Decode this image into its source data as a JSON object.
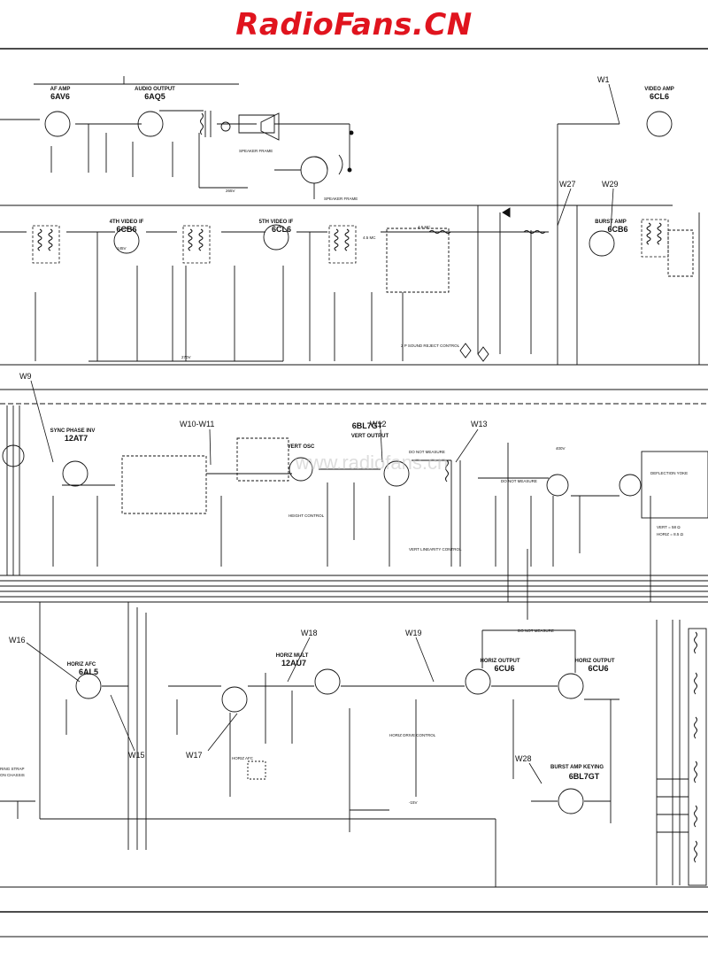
{
  "banner": {
    "text": "RadioFans.CN",
    "color": "#e0141e"
  },
  "watermark": "www.radiofans.cn",
  "stages": {
    "af_amp": {
      "title": "AF AMP",
      "tube": "6AV6"
    },
    "audio_output": {
      "title": "AUDIO OUTPUT",
      "tube": "6AQ5"
    },
    "video_amp": {
      "title": "VIDEO AMP",
      "tube": "6CL6"
    },
    "vif4": {
      "title": "4TH VIDEO IF",
      "tube": "6CB6"
    },
    "vif5": {
      "title": "5TH VIDEO IF",
      "tube": "6CL6"
    },
    "burst_amp": {
      "title": "BURST AMP",
      "tube": "6CB6"
    },
    "sync_phase_inv": {
      "title": "SYNC PHASE INV",
      "tube": "12AT7"
    },
    "vert_osc": {
      "title": "VERT OSC",
      "tube": ""
    },
    "vert_output": {
      "title": "VERT OUTPUT",
      "tube": "6BL7GT"
    },
    "horiz_afc": {
      "title": "HORIZ AFC",
      "tube": "6AL5"
    },
    "horiz_mult": {
      "title": "HORIZ MULT",
      "tube": "12AU7"
    },
    "horiz_output1": {
      "title": "HORIZ OUTPUT",
      "tube": "6CU6"
    },
    "horiz_output2": {
      "title": "HORIZ OUTPUT",
      "tube": "6CU6"
    },
    "burst_amp_keying": {
      "title": "BURST AMP KEYING",
      "tube": "6BL7GT"
    }
  },
  "labels": {
    "speaker_field": "SPEAKER FRAME",
    "speaker_frame": "SPEAKER FRAME",
    "sound_reject": "2 P SOUND REJECT CONTROL",
    "height_control": "HEIGHT CONTROL",
    "vert_linearity": "VERT LINEARITY CONTROL",
    "horiz_drive": "HORIZ DRIVE CONTROL",
    "do_not_measure1": "DO NOT MEASURE",
    "do_not_measure2": "DO NOT MEASURE",
    "do_not_measure3": "DO NOT MEASURE",
    "deflection_yoke": "DEFLECTION YOKE",
    "vert_ohms": "VERT = 58 Ω",
    "horiz_ohms": "HORIZ = 8.5 Ω",
    "horiz_afc_coil": "HORIZ AFC",
    "ring_strap": "RING STRAP",
    "chassis": "ON CHASSIS",
    "mc1": "4.5 MC",
    "mc2": "4.5 MC",
    "volt_265": "265V",
    "volt_145": "145V",
    "volt_270": "270V",
    "volt_400": "400V",
    "volt_15": "-15V"
  },
  "w_labels": [
    "W1",
    "W27",
    "W29",
    "W9",
    "W10-W11",
    "W12",
    "W13",
    "W16",
    "W18",
    "W19",
    "W15",
    "W17",
    "W28"
  ],
  "colors": {
    "ink": "#111111",
    "paper": "#ffffff"
  }
}
